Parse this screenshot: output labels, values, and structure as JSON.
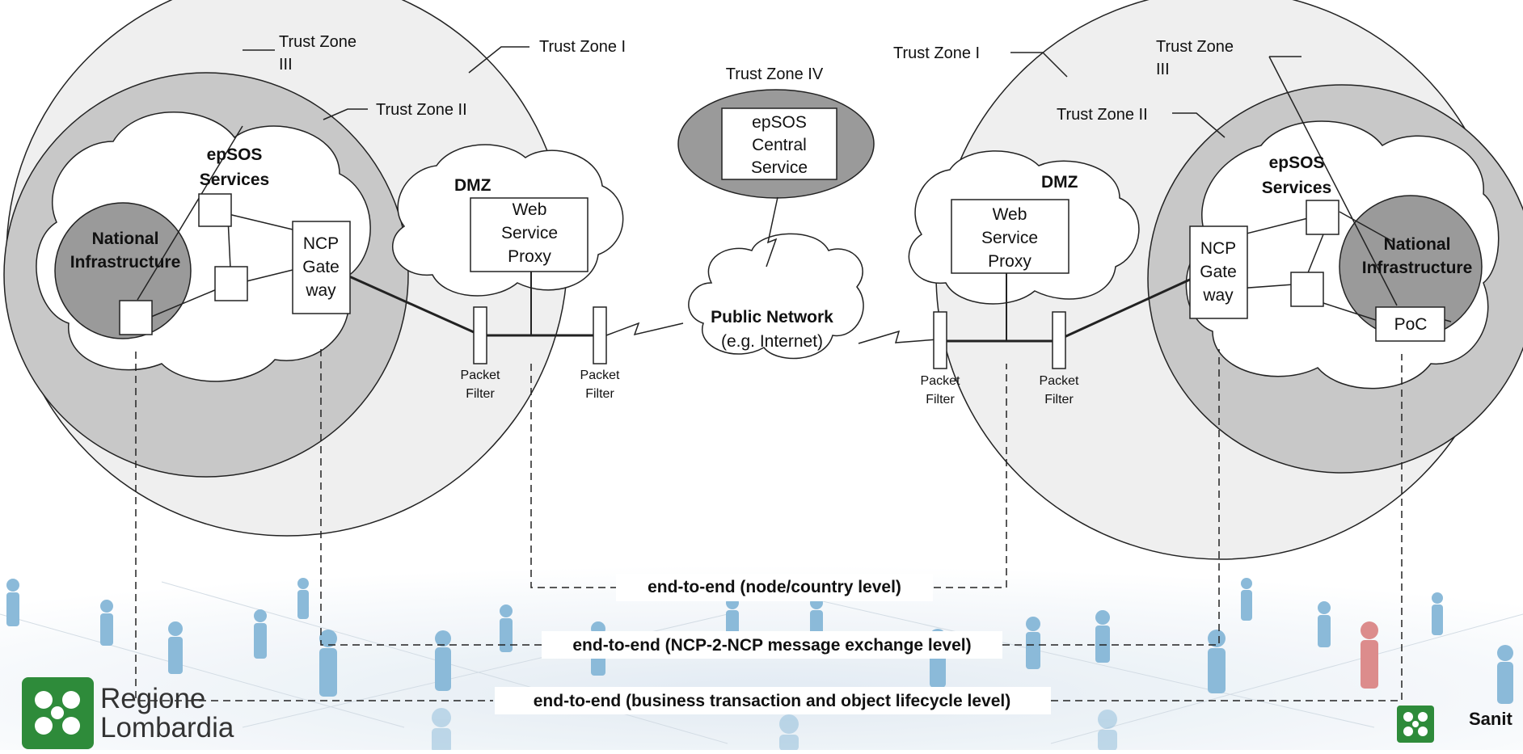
{
  "left": {
    "trust_zone_1": "Trust Zone I",
    "trust_zone_2": "Trust Zone II",
    "trust_zone_3_line1": "Trust Zone",
    "trust_zone_3_line2": "III",
    "epsos_services": [
      "epSOS",
      "Services"
    ],
    "national_infrastructure": [
      "National",
      "Infrastructure"
    ],
    "ncp_gateway": [
      "NCP",
      "Gate",
      "way"
    ],
    "dmz": "DMZ",
    "web_service_proxy": [
      "Web",
      "Service",
      "Proxy"
    ],
    "packet_filter_a": [
      "Packet",
      "Filter"
    ],
    "packet_filter_b": [
      "Packet",
      "Filter"
    ]
  },
  "center": {
    "trust_zone_4": "Trust Zone IV",
    "central_service": [
      "epSOS",
      "Central",
      "Service"
    ],
    "public_network": "Public Network",
    "public_network_sub": "(e.g. Internet)"
  },
  "right": {
    "trust_zone_1": "Trust Zone I",
    "trust_zone_2": "Trust Zone II",
    "trust_zone_3_line1": "Trust Zone",
    "trust_zone_3_line2": "III",
    "epsos_services": [
      "epSOS",
      "Services"
    ],
    "national_infrastructure": [
      "National",
      "Infrastructure"
    ],
    "ncp_gateway": [
      "NCP",
      "Gate",
      "way"
    ],
    "poc": "PoC",
    "dmz": "DMZ",
    "web_service_proxy": [
      "Web",
      "Service",
      "Proxy"
    ],
    "packet_filter_a": [
      "Packet",
      "Filter"
    ],
    "packet_filter_b": [
      "Packet",
      "Filter"
    ]
  },
  "end_to_end": {
    "node_level": "end-to-end (node/country level)",
    "ncp_level": "end-to-end (NCP-2-NCP message exchange level)",
    "business_level": "end-to-end (business transaction and object lifecycle level)"
  },
  "footer": {
    "logo_line1": "Regione",
    "logo_line2": "Lombardia",
    "right_text": "Sanit"
  },
  "colors": {
    "zone1": "#efefef",
    "zone2": "#c8c8c8",
    "national": "#9a9a9a",
    "tz4": "#9a9a9a",
    "logo_green": "#2e8b3a",
    "people": "#7fb3d5",
    "person_red": "#d98080"
  }
}
